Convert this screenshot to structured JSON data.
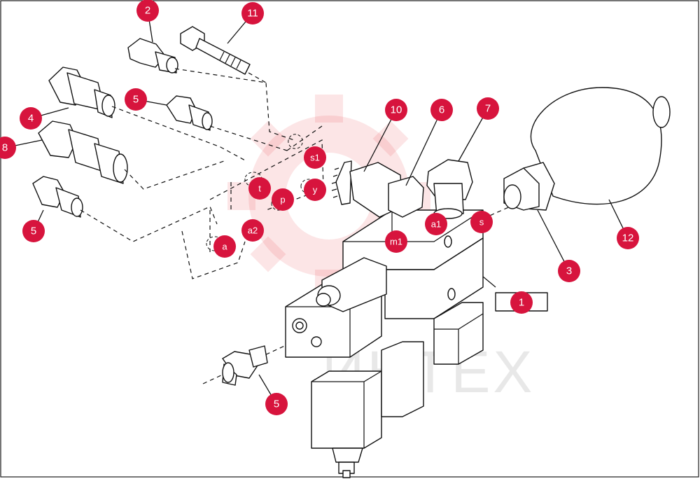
{
  "watermark_text": "ИНТЕХ",
  "accent_color": "#d7143d",
  "callouts": [
    {
      "id": "c1",
      "label": "1"
    },
    {
      "id": "c2",
      "label": "2"
    },
    {
      "id": "c3",
      "label": "3"
    },
    {
      "id": "c4",
      "label": "4"
    },
    {
      "id": "c5a",
      "label": "5"
    },
    {
      "id": "c5b",
      "label": "5"
    },
    {
      "id": "c5c",
      "label": "5"
    },
    {
      "id": "c6",
      "label": "6"
    },
    {
      "id": "c7",
      "label": "7"
    },
    {
      "id": "c8",
      "label": "8"
    },
    {
      "id": "c10",
      "label": "10"
    },
    {
      "id": "c11",
      "label": "11"
    },
    {
      "id": "c12",
      "label": "12"
    }
  ],
  "ports": [
    {
      "id": "s1",
      "label": "s1"
    },
    {
      "id": "t",
      "label": "t"
    },
    {
      "id": "p",
      "label": "p"
    },
    {
      "id": "y",
      "label": "y"
    },
    {
      "id": "a",
      "label": "a"
    },
    {
      "id": "a2",
      "label": "a2"
    },
    {
      "id": "m1",
      "label": "m1"
    },
    {
      "id": "a1",
      "label": "a1"
    },
    {
      "id": "s",
      "label": "s"
    }
  ]
}
